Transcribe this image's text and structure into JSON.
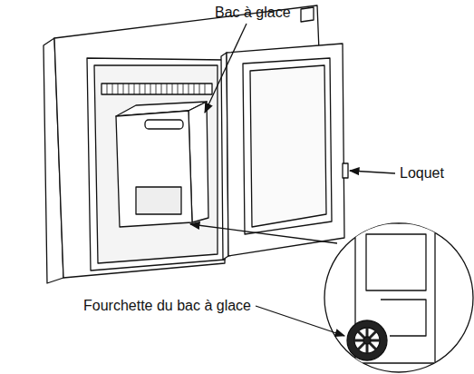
{
  "diagram": {
    "labels": [
      "Bac à glace",
      "Loquet",
      "Fourchette du bac à glace"
    ]
  }
}
